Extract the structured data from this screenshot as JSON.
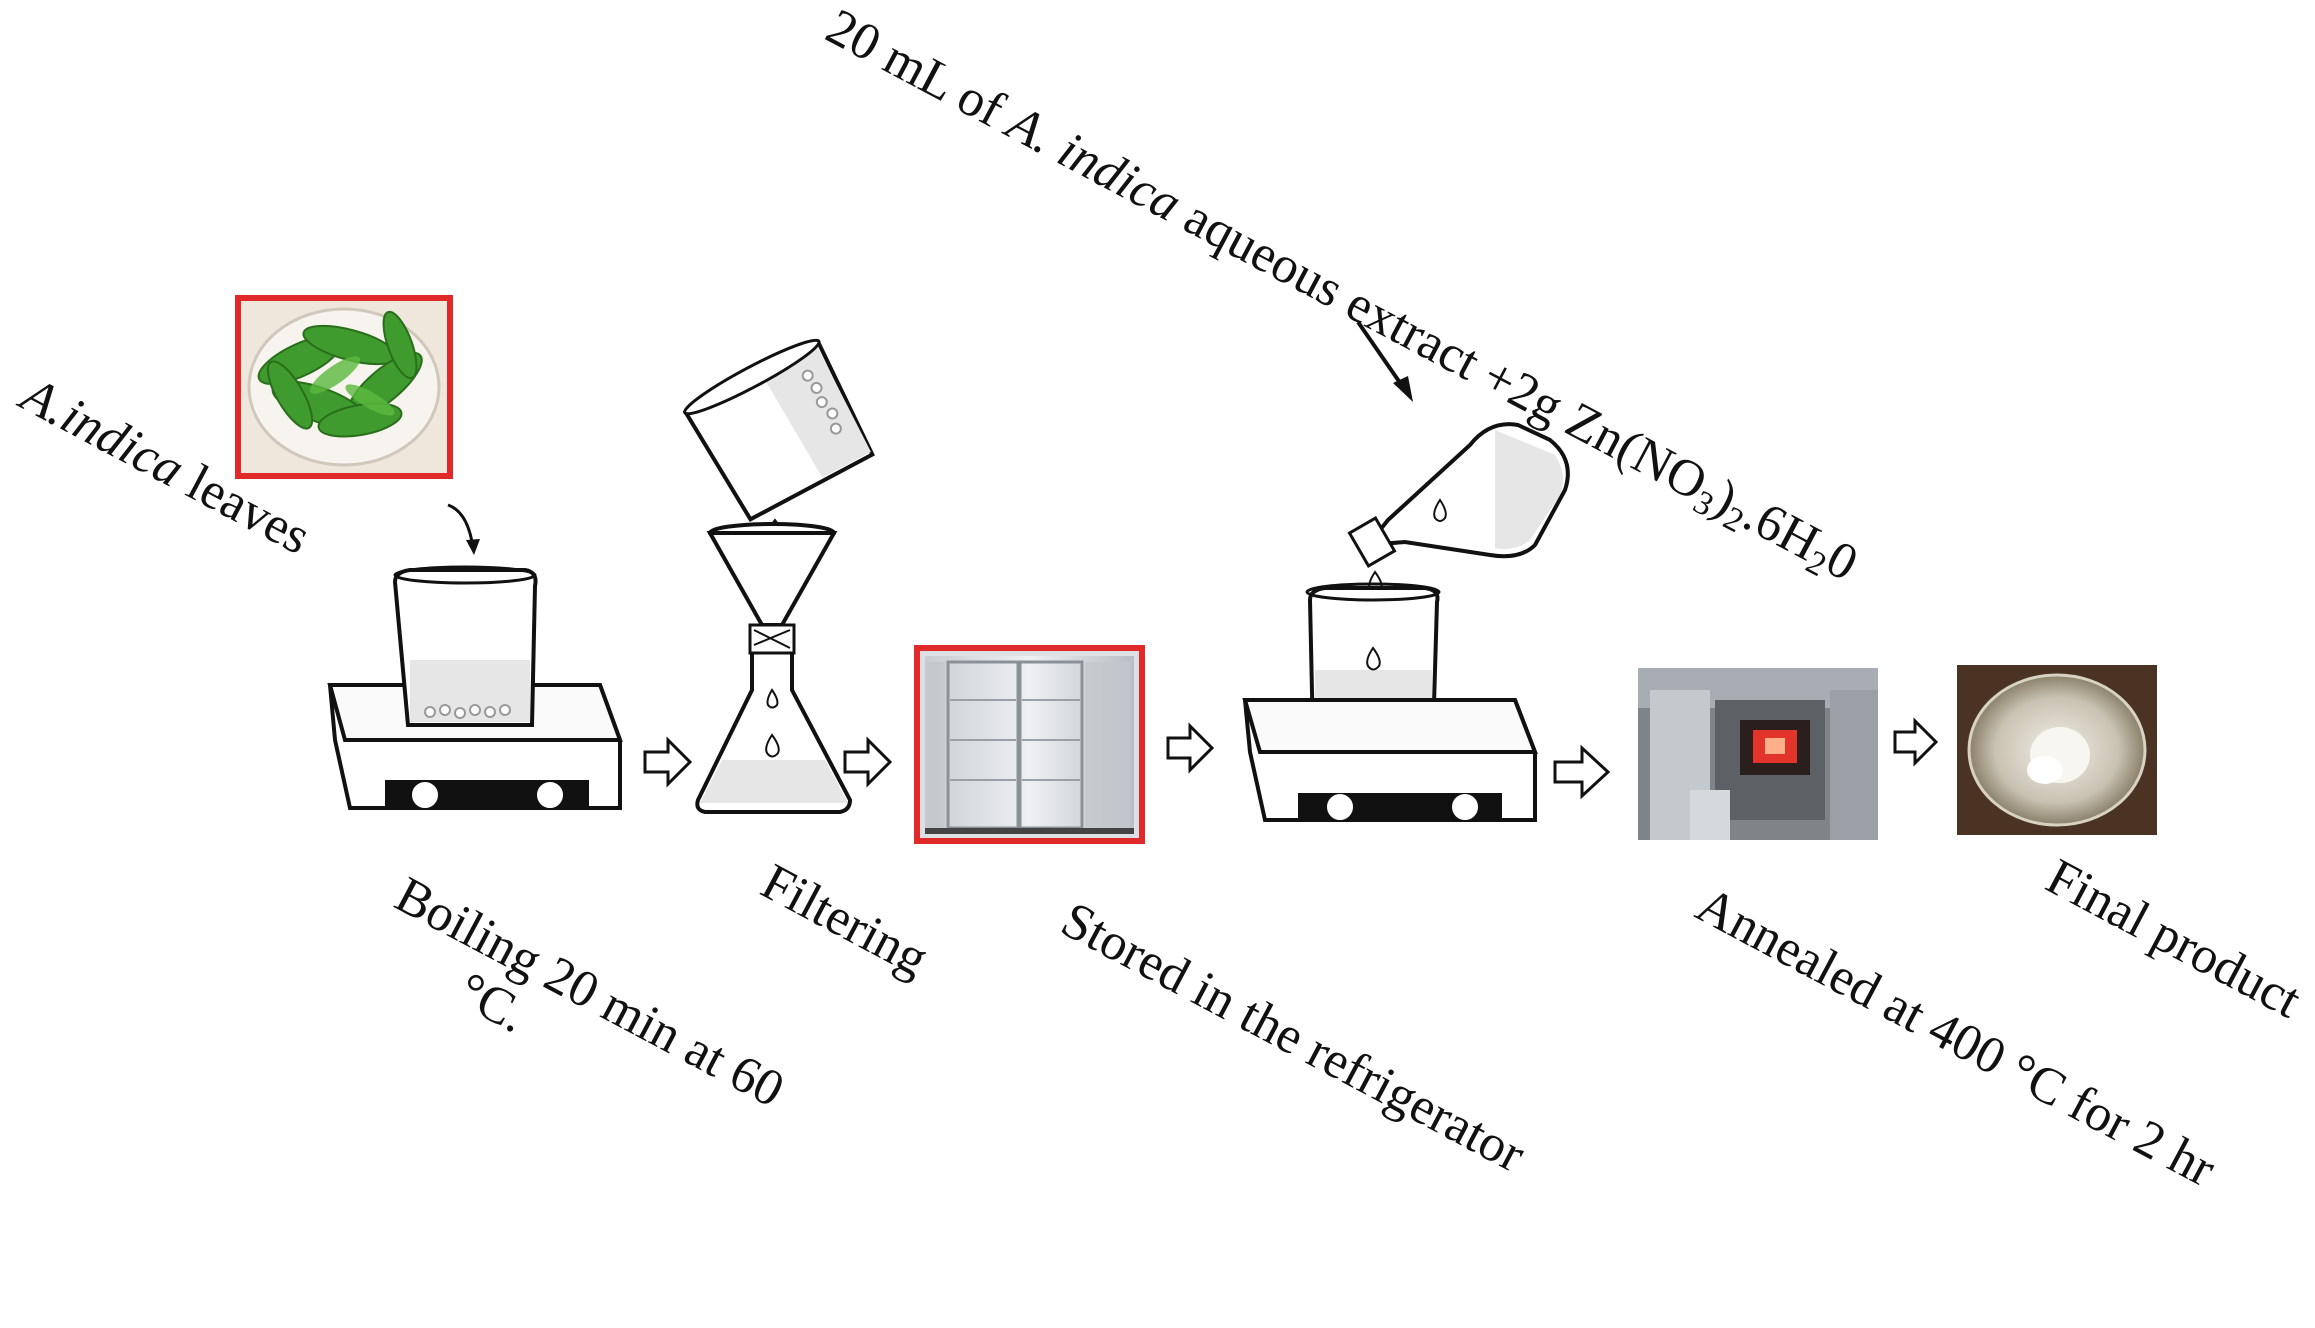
{
  "labels": {
    "leaves_a": "A.indica",
    "leaves_b": " leaves",
    "boiling_l1": "Boiling 20 min at 60",
    "boiling_l2": "°C.",
    "filtering": "Filtering",
    "stored": "Stored in the refrigerator",
    "annealed": "Annealed at 400 °C for 2 hr",
    "final": "Final product",
    "extract": {
      "p1": "20 mL of ",
      "p2": "A. indica",
      "p3": " aqueous extract +2g Zn(NO",
      "s1": "3",
      "p4": ")",
      "s2": "2",
      "p5": ".6H",
      "s3": "2",
      "p6": "0"
    }
  },
  "colors": {
    "photo_frame": "#e02a2a",
    "line": "#111111",
    "leaf": "#3f9b2d",
    "furnace_glow": "#e2342a"
  }
}
